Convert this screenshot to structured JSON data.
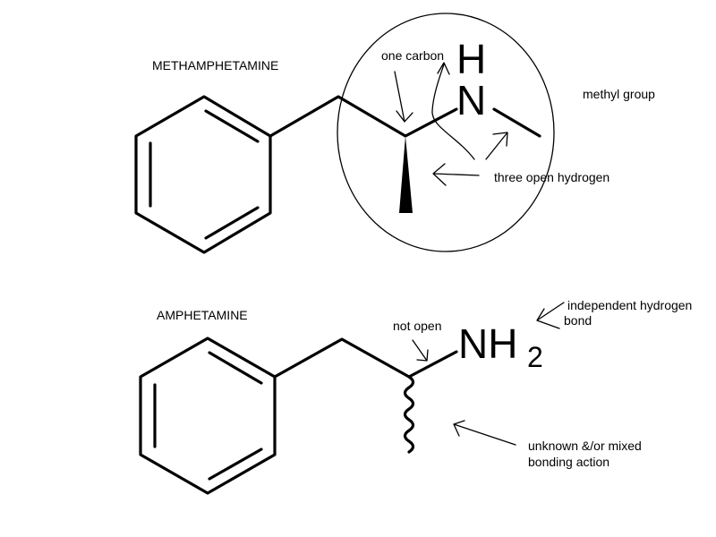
{
  "methamphetamine": {
    "title": "METHAMPHETAMINE",
    "atom_n": "N",
    "atom_h": "H",
    "labels": {
      "one_carbon": "one carbon",
      "methyl_group": "methyl group",
      "three_open_hydrogen": "three open hydrogen"
    }
  },
  "amphetamine": {
    "title": "AMPHETAMINE",
    "atom_nh": "NH",
    "atom_sub": "2",
    "labels": {
      "not_open": "not open",
      "independent_line1": "independent hydrogen",
      "independent_line2": "bond",
      "unknown_line1": "unknown &/or mixed",
      "unknown_line2": "bonding action"
    }
  }
}
